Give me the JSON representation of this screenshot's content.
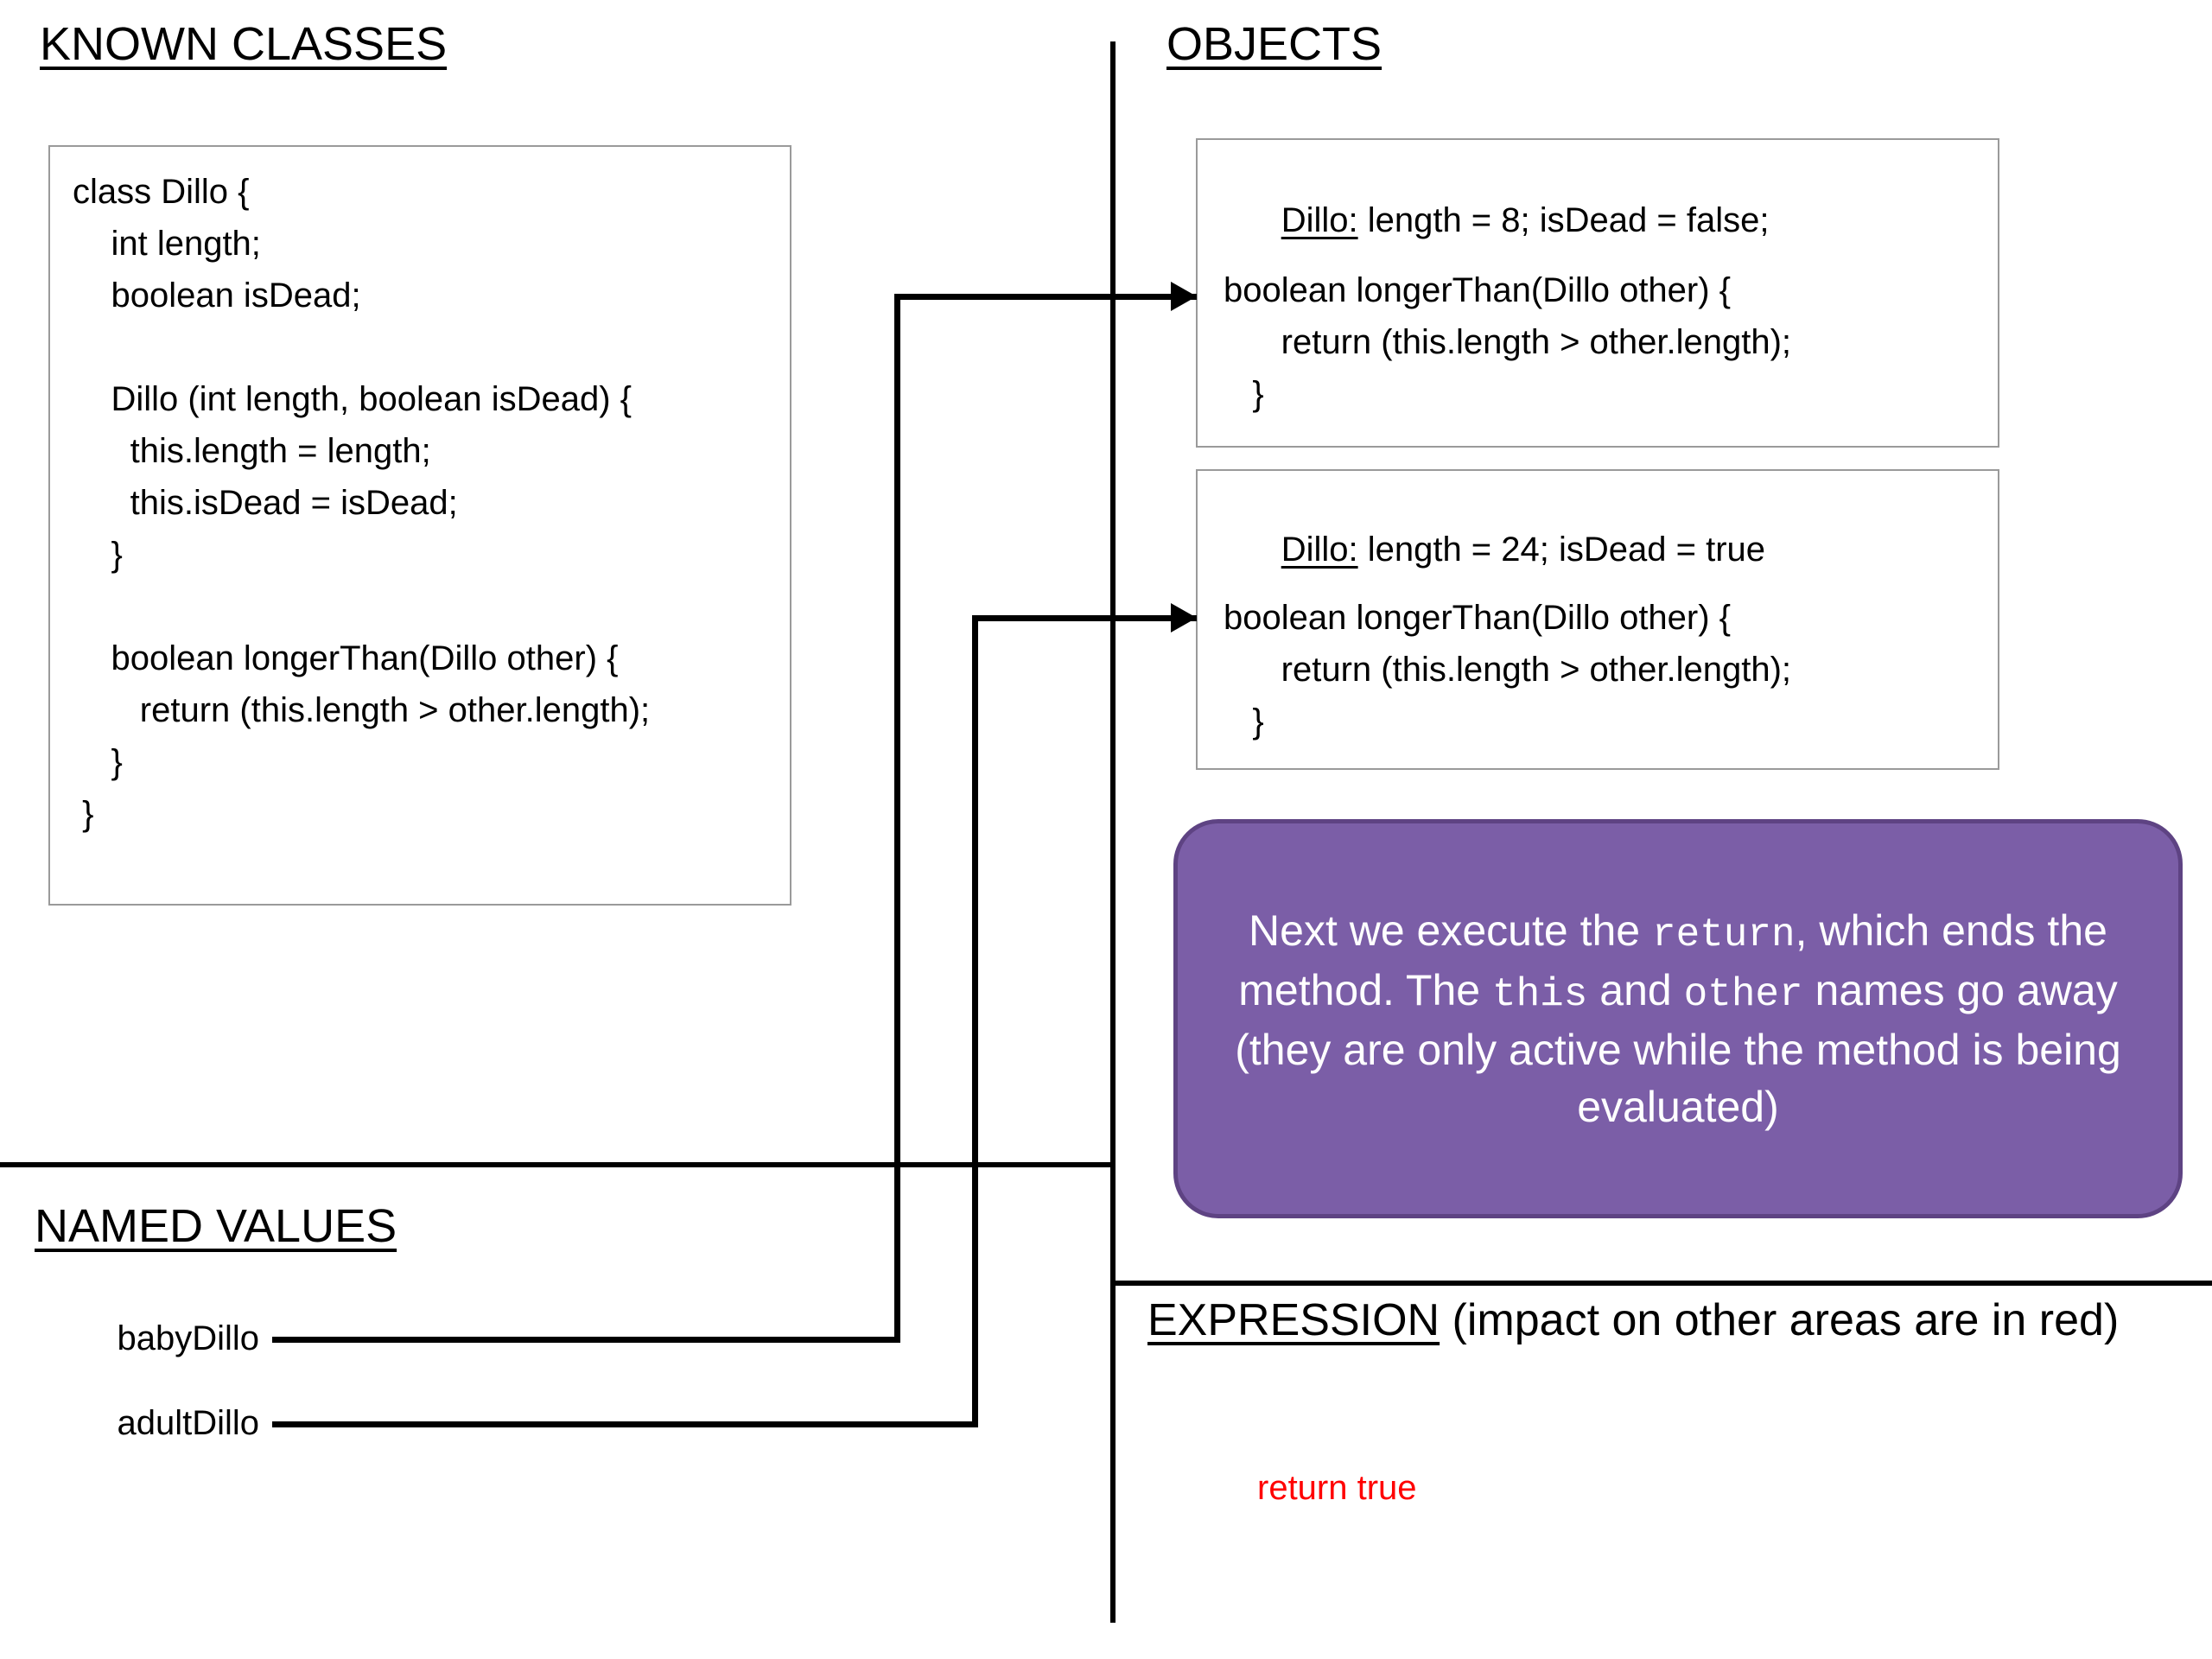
{
  "sections": {
    "known_classes": {
      "heading": "KNOWN CLASSES"
    },
    "objects": {
      "heading": "OBJECTS"
    },
    "named_values": {
      "heading": "NAMED VALUES"
    },
    "expression": {
      "heading_underlined": "EXPRESSION",
      "heading_rest": " (impact on other areas are in red)"
    }
  },
  "class_box": {
    "code": "class Dillo {\n    int length;\n    boolean isDead;\n\n    Dillo (int length, boolean isDead) {\n      this.length = length;\n      this.isDead = isDead;\n    }\n\n    boolean longerThan(Dillo other) {\n       return (this.length > other.length);\n    }\n }"
  },
  "objects": [
    {
      "class_name": "Dillo:",
      "fields": " length = 8; isDead = false;",
      "method_code": "boolean longerThan(Dillo other) {\n      return (this.length > other.length);\n   }"
    },
    {
      "class_name": "Dillo:",
      "fields": " length = 24; isDead = true",
      "method_code": "boolean longerThan(Dillo other) {\n      return (this.length > other.length);\n   }"
    }
  ],
  "named_values": [
    {
      "name": "babyDillo",
      "points_to_object": 1
    },
    {
      "name": "adultDillo",
      "points_to_object": 2
    }
  ],
  "expression": {
    "value": "return true",
    "value_color": "#FF0000"
  },
  "callout": {
    "fill_color": "#7B5EA7",
    "border_color": "#5E4383",
    "text_color": "#FFFFFF",
    "segments": [
      {
        "text": "Next we execute the ",
        "style": "normal"
      },
      {
        "text": "return",
        "style": "mono"
      },
      {
        "text": ", which ends the method.  The ",
        "style": "normal"
      },
      {
        "text": "this",
        "style": "mono"
      },
      {
        "text": " and ",
        "style": "normal"
      },
      {
        "text": "other",
        "style": "mono"
      },
      {
        "text": " names go away (they are only active while the method is being evaluated)",
        "style": "normal"
      }
    ],
    "plain_text": "Next we execute the return, which ends the method.  The this and other names go away (they are only active while the method is being evaluated)"
  },
  "colors": {
    "background": "#FFFFFF",
    "text": "#000000",
    "box_border": "#9A9A9A",
    "divider": "#000000",
    "accent_purple": "#7B5EA7",
    "red": "#FF0000"
  }
}
